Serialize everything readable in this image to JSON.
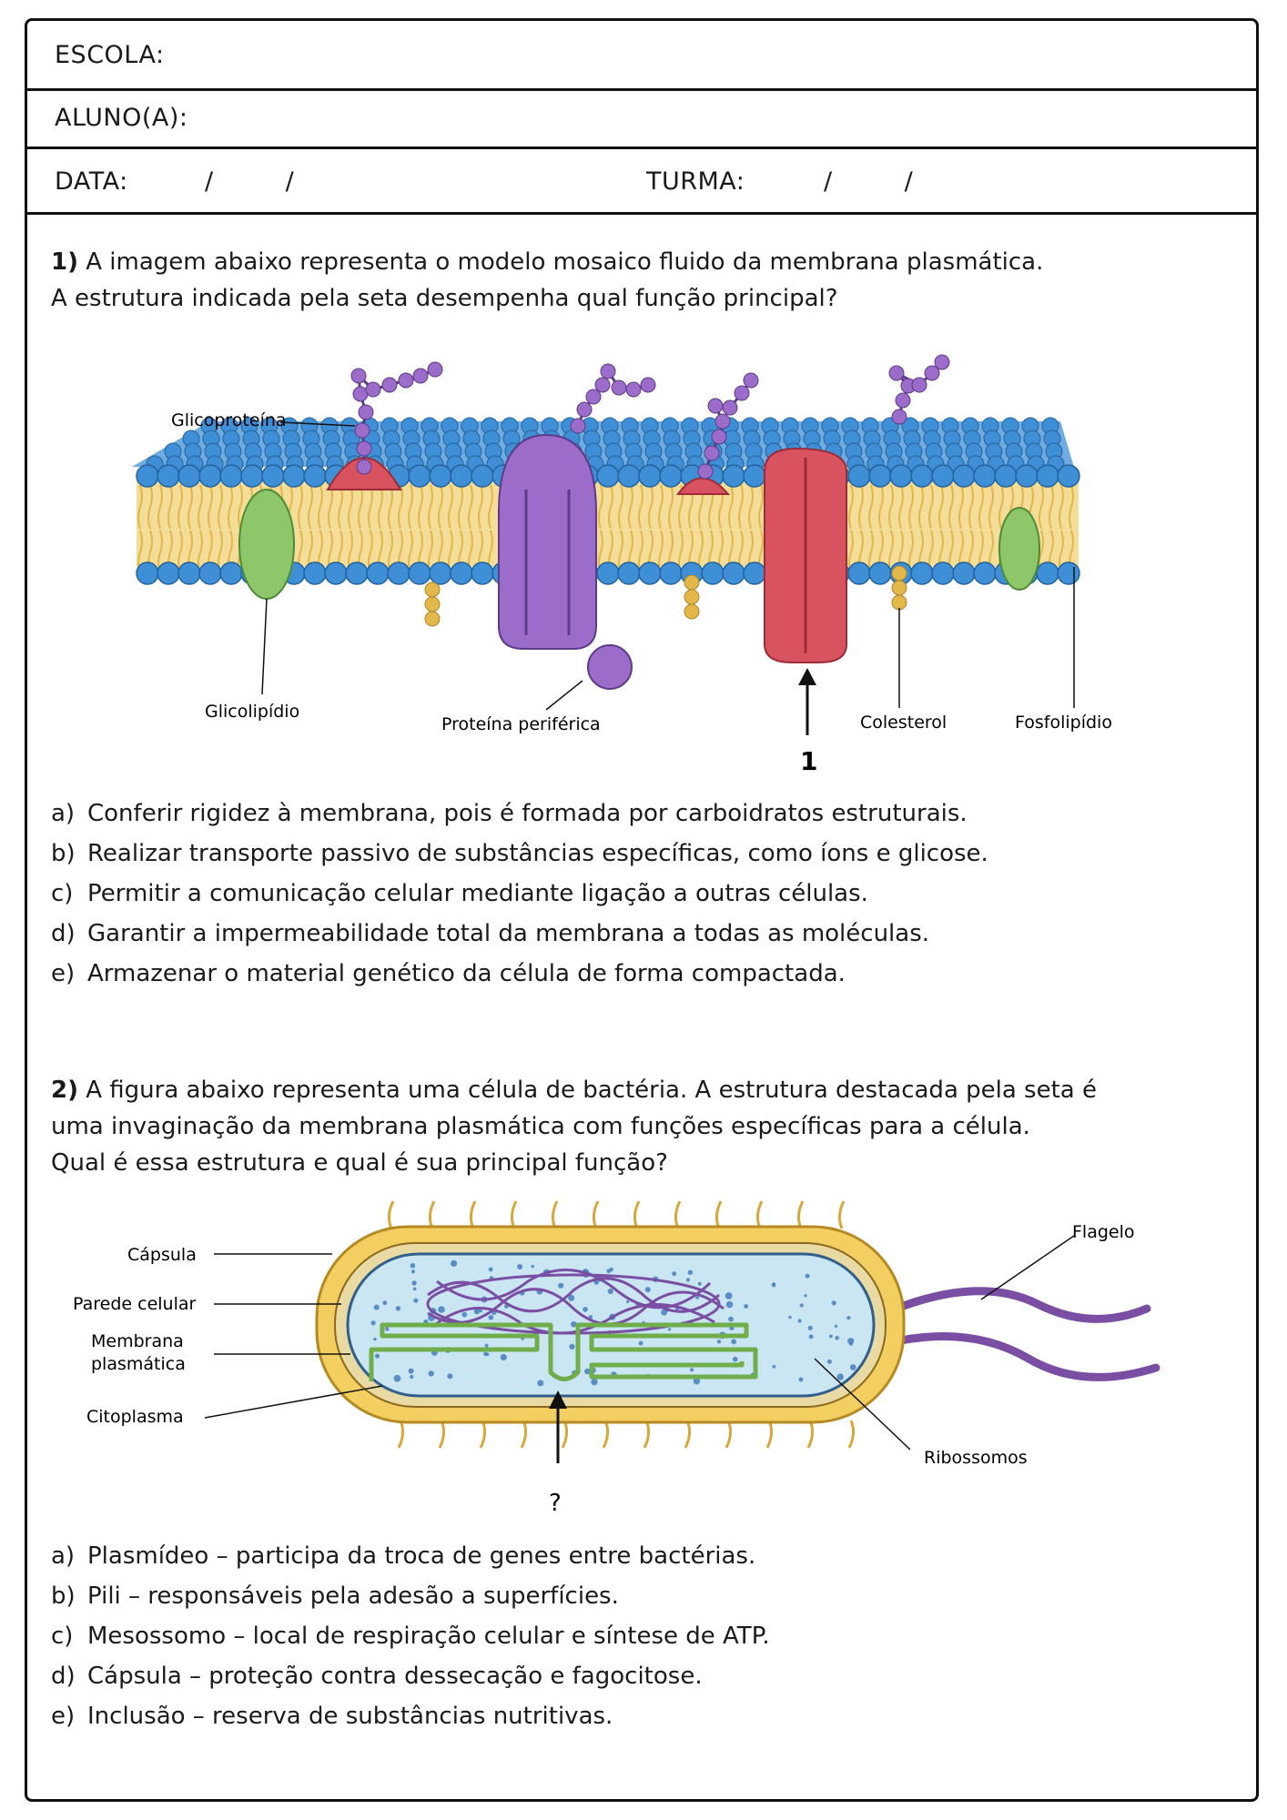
{
  "header": {
    "school_label": "ESCOLA:",
    "student_label": "ALUNO(A):",
    "date_label": "DATA:",
    "date_slashes": "/ /",
    "class_label": "TURMA:",
    "class_slashes": "/ /"
  },
  "q1": {
    "number": "1)",
    "line1": "A imagem abaixo representa o modelo mosaico fluido da membrana plasmática.",
    "line2": "A estrutura indicada pela seta desempenha qual função principal?",
    "figure": {
      "labels": {
        "glycoprotein": "Glicoproteína",
        "glycolipid": "Glicolipídio",
        "peripheral_protein": "Proteína periférica",
        "cholesterol": "Colesterol",
        "phospholipid": "Fosfolipídio",
        "arrow_number": "1"
      }
    },
    "options": [
      {
        "letter": "a)",
        "text": "Conferir rigidez à membrana, pois é formada por carboidratos estruturais."
      },
      {
        "letter": "b)",
        "text": "Realizar transporte passivo de substâncias específicas, como íons e glicose."
      },
      {
        "letter": "c)",
        "text": "Permitir a comunicação celular mediante ligação a outras células."
      },
      {
        "letter": "d)",
        "text": "Garantir a impermeabilidade total da membrana a todas as moléculas."
      },
      {
        "letter": "e)",
        "text": "Armazenar o material genético da célula de forma compactada."
      }
    ]
  },
  "q2": {
    "number": "2)",
    "line1": "A figura abaixo representa uma célula de bactéria. A estrutura destacada pela seta é",
    "line2": "uma invaginação da membrana plasmática com funções específicas para a célula.",
    "line3": "Qual é essa estrutura e qual é sua principal função?",
    "figure": {
      "labels": {
        "capsule": "Cápsula",
        "cell_wall": "Parede celular",
        "membrane_line1": "Membrana",
        "membrane_line2": "plasmática",
        "cytoplasm": "Citoplasma",
        "flagellum": "Flagelo",
        "ribosomes": "Ribossomos",
        "arrow_mark": "?"
      }
    },
    "options": [
      {
        "letter": "a)",
        "text": "Plasmídeo – participa da troca de genes entre bactérias."
      },
      {
        "letter": "b)",
        "text": "Pili – responsáveis pela adesão a superfícies."
      },
      {
        "letter": "c)",
        "text": "Mesossomo – local de respiração celular e síntese de ATP."
      },
      {
        "letter": "d)",
        "text": "Cápsula – proteção contra dessecação e fagocitose."
      },
      {
        "letter": "e)",
        "text": "Inclusão – reserva de substâncias nutritivas."
      }
    ]
  },
  "colors": {
    "border": "#111111",
    "phospholipid_head": "#3f8fd6",
    "lipid_tail": "#e2b84a",
    "protein_red": "#d9525f",
    "protein_purple": "#9b6cc9",
    "glycolipid_green": "#8ec76a",
    "capsule": "#f3cf62",
    "cytoplasm": "#c9e6f2",
    "mesosome": "#6fae4a",
    "flagellum": "#7a4fa3"
  }
}
